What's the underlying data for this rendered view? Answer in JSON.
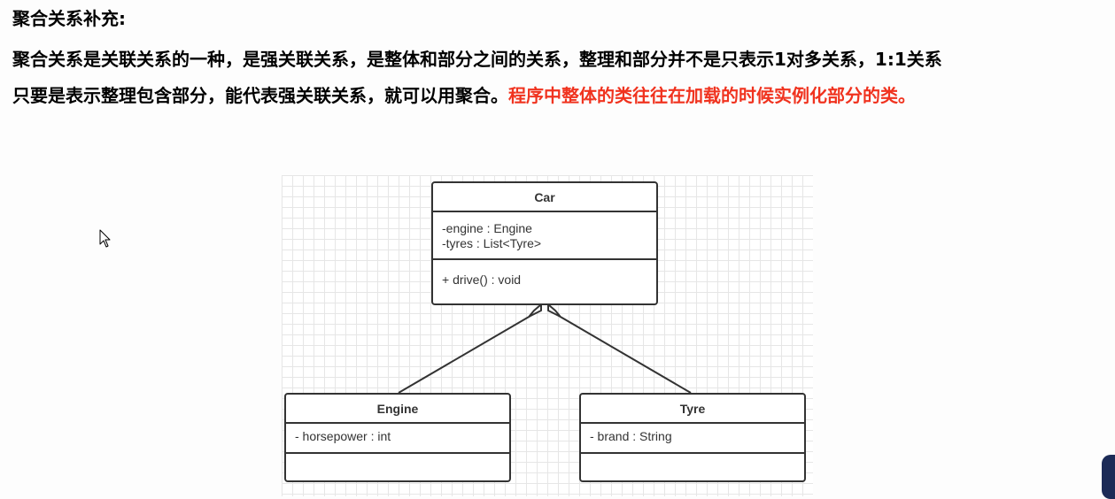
{
  "heading": "聚合关系补充:",
  "paragraph": {
    "line1": "聚合关系是关联关系的一种，是强关联关系，是整体和部分之间的关系，整理和部分并不是只表示1对多关系，1:1关系",
    "line2_plain": "只要是表示整理包含部分，能代表强关联关系，就可以用聚合。",
    "line2_highlight": "程序中整体的类往往在加载的时候实例化部分的类。"
  },
  "colors": {
    "highlight": "#f0331f",
    "text": "#000000",
    "uml_stroke": "#333333",
    "grid": "#e6e6e6"
  },
  "diagram": {
    "classes": {
      "car": {
        "name": "Car",
        "attributes": [
          "-engine : Engine",
          "-tyres : List<Tyre>"
        ],
        "operations": [
          "+ drive() : void"
        ]
      },
      "engine": {
        "name": "Engine",
        "attributes": [
          "- horsepower : int"
        ],
        "operations": []
      },
      "tyre": {
        "name": "Tyre",
        "attributes": [
          "- brand : String"
        ],
        "operations": []
      }
    },
    "relations": [
      {
        "type": "aggregation",
        "whole": "Car",
        "part": "Engine"
      },
      {
        "type": "aggregation",
        "whole": "Car",
        "part": "Tyre"
      }
    ]
  },
  "icons": {
    "cursor": "mouse-pointer-icon"
  }
}
